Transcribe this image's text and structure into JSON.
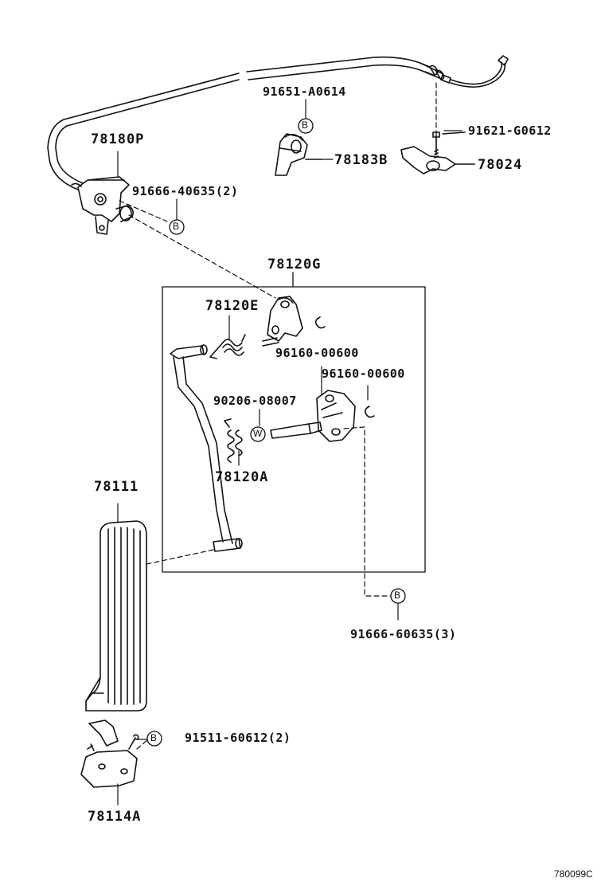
{
  "labels": {
    "p91651": "91651-A0614",
    "p91621": "91621-G0612",
    "p78180P": "78180P",
    "p78183B": "78183B",
    "p78024": "78024",
    "p91666_40635": "91666-40635(2)",
    "p78120G": "78120G",
    "p78120E": "78120E",
    "p96160_a": "96160-00600",
    "p96160_b": "96160-00600",
    "p90206": "90206-08007",
    "p78120A": "78120A",
    "p78111": "78111",
    "p91666_60635": "91666-60635(3)",
    "p91511": "91511-60612(2)",
    "p78114A": "78114A"
  },
  "markers": {
    "b": "B",
    "w": "W"
  },
  "diagram_code": "780099C"
}
